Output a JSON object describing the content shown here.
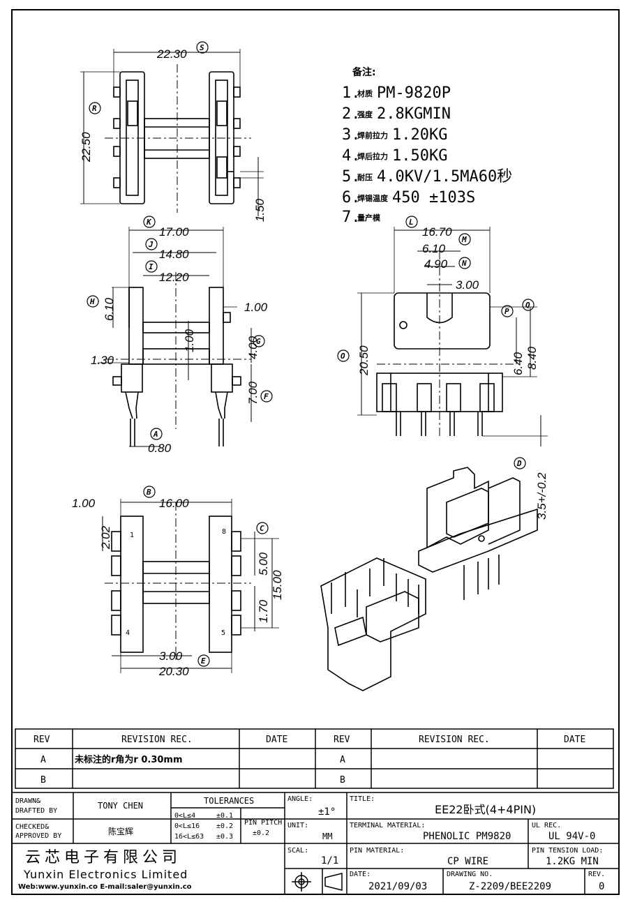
{
  "notes": {
    "header": "备注:",
    "items": [
      {
        "num": "1.",
        "label": "材质",
        "value": "PM-9820P"
      },
      {
        "num": "2.",
        "label": "强度",
        "value": "2.8KGMIN"
      },
      {
        "num": "3.",
        "label": "焊前拉力",
        "value": "1.20KG"
      },
      {
        "num": "4.",
        "label": "焊后拉力",
        "value": "1.50KG"
      },
      {
        "num": "5.",
        "label": "耐压",
        "value": "4.0KV/1.5MA60秒"
      },
      {
        "num": "6.",
        "label": "焊锡温度",
        "value": "450  ±103S"
      },
      {
        "num": "7.",
        "label": "量产模",
        "value": ""
      }
    ]
  },
  "dimensions": {
    "top": {
      "s": "22.30",
      "r": "22.50",
      "pin": "1.50"
    },
    "front": {
      "k": "17.00",
      "j": "14.80",
      "i": "12.20",
      "h": "6.10",
      "d1": "1.00",
      "d2": "1.00",
      "g": "4.00",
      "d3": "1.30",
      "f": "7.00",
      "a": "0.80"
    },
    "side": {
      "l": "16.70",
      "m": "6.10",
      "n": "4.90",
      "d1": "3.00",
      "o": "20.50",
      "p": "6.40",
      "q": "8.40",
      "d": "3.5+/-0.2"
    },
    "bottom": {
      "b": "16.00",
      "d1": "1.00",
      "d2": "2.02",
      "c": "5.00",
      "d3": "15.00",
      "d4": "1.70",
      "d5": "3.00",
      "e": "20.30"
    }
  },
  "letters": [
    "A",
    "B",
    "C",
    "D",
    "E",
    "F",
    "G",
    "H",
    "I",
    "J",
    "K",
    "L",
    "M",
    "N",
    "O",
    "P",
    "Q",
    "R",
    "S"
  ],
  "pin_numbers": [
    "1",
    "4",
    "5",
    "8"
  ],
  "revision": {
    "headers": [
      "REV",
      "REVISION REC.",
      "DATE",
      "REV",
      "REVISION REC.",
      "DATE"
    ],
    "rows": [
      {
        "rev": "A",
        "rec": "未标注的r角为r 0.30mm",
        "date": "",
        "rev2": "A",
        "rec2": "",
        "date2": ""
      },
      {
        "rev": "B",
        "rec": "",
        "date": "",
        "rev2": "B",
        "rec2": "",
        "date2": ""
      }
    ]
  },
  "title_block": {
    "drawn_label": "DRAWN&\nDRAFTED BY",
    "drawn_value": "TONY CHEN",
    "checked_label": "CHECKED&\nAPPROVED BY",
    "checked_value": "陈宝辉",
    "tolerances_label": "TOLERANCES",
    "tol_rows": [
      {
        "range": "0<L≤4",
        "tol": "±0.1"
      },
      {
        "range": "0<L≤16",
        "tol": "±0.2"
      },
      {
        "range": "16<L≤63",
        "tol": "±0.3"
      }
    ],
    "pin_pitch_label": "PIN PITCH",
    "pin_pitch_value": "±0.2",
    "angle_label": "ANGLE:",
    "angle_value": "±1°",
    "unit_label": "UNIT:",
    "unit_value": "MM",
    "scal_label": "SCAL:",
    "scal_value": "1/1",
    "title_label": "TITLE:",
    "title_value": "EE22卧式(4+4PIN)",
    "terminal_material_label": "TERMINAL MATERIAL:",
    "terminal_material_value": "PHENOLIC PM9820",
    "ul_rec_label": "UL REC.",
    "ul_rec_value": "UL 94V-0",
    "pin_material_label": "PIN MATERIAL:",
    "pin_material_value": "CP WIRE",
    "pin_tension_label": "PIN TENSION LOAD:",
    "pin_tension_value": "1.2KG MIN",
    "date_label": "DATE:",
    "date_value": "2021/09/03",
    "drawing_no_label": "DRAWING NO.",
    "drawing_no_value": "Z-2209/BEE2209",
    "rev_label": "REV.",
    "rev_value": "0",
    "company_cn": "云芯电子有限公司",
    "company_en": "Yunxin Electronics Limited",
    "company_web": "Web:www.yunxin.co E-mail:saler@yunxin.co"
  }
}
